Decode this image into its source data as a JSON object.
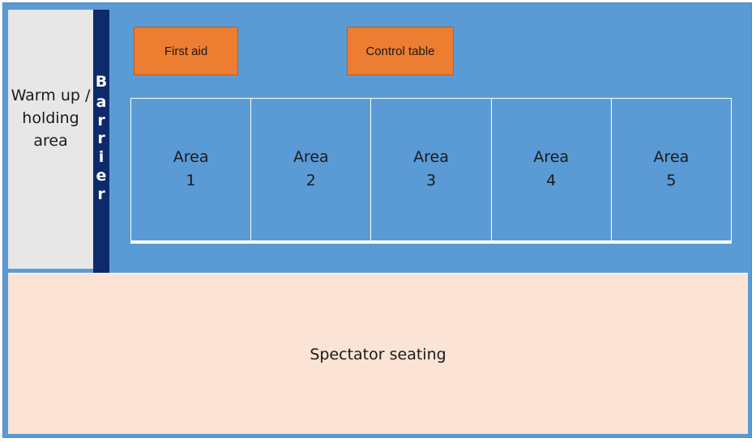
{
  "warmup": {
    "label": "Warm up / holding area"
  },
  "barrier": {
    "letters": [
      "B",
      "a",
      "r",
      "r",
      "i",
      "e",
      "r"
    ]
  },
  "boxes": {
    "first_aid": "First aid",
    "control_table": "Control table"
  },
  "areas": [
    {
      "word": "Area",
      "number": "1"
    },
    {
      "word": "Area",
      "number": "2"
    },
    {
      "word": "Area",
      "number": "3"
    },
    {
      "word": "Area",
      "number": "4"
    },
    {
      "word": "Area",
      "number": "5"
    }
  ],
  "spectator": {
    "label": "Spectator seating"
  },
  "colors": {
    "venue_blue": "#5b9bd5",
    "barrier_navy": "#0d2a6b",
    "box_orange": "#ed7d31",
    "warmup_grey": "#e7e7e7",
    "spectator_peach": "#fbe4d5"
  }
}
